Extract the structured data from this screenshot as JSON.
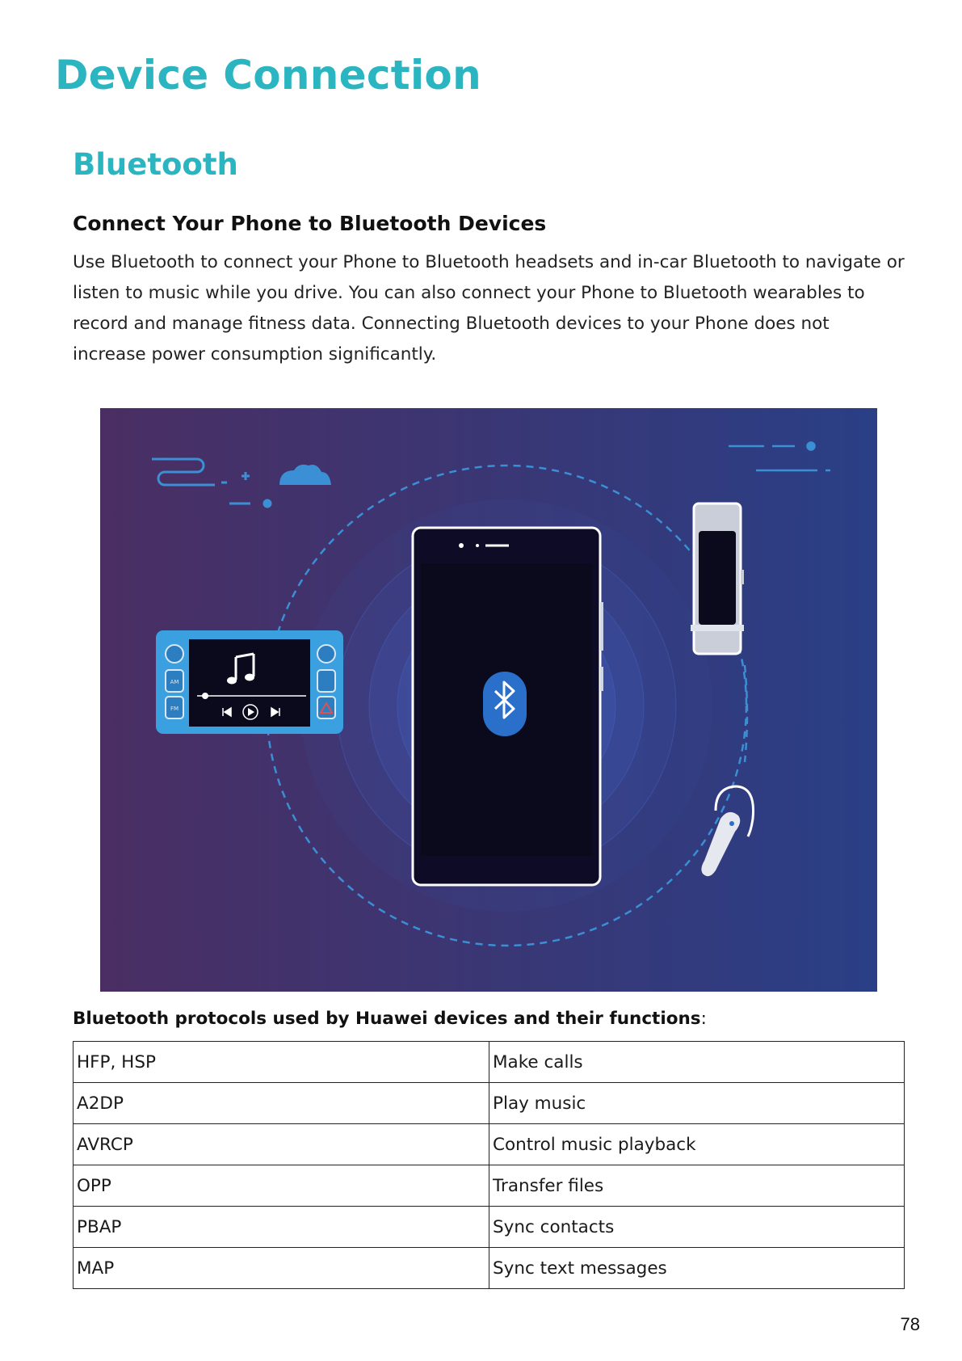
{
  "chapter_title": "Device Connection",
  "section_title": "Bluetooth",
  "subsection_title": "Connect Your Phone to Bluetooth Devices",
  "intro_text": "Use Bluetooth to connect your Phone to Bluetooth headsets and in-car Bluetooth to navigate or listen to music while you drive. You can also connect your Phone to Bluetooth wearables to record and manage fitness data. Connecting Bluetooth devices to your Phone does not increase power consumption significantly.",
  "illustration": {
    "icons": [
      "phone-icon",
      "bluetooth-icon",
      "car-stereo-icon",
      "fitness-band-icon",
      "bluetooth-headset-icon",
      "cloud-icon"
    ],
    "colors": {
      "background_left": "#4a2e63",
      "background_right": "#2a3f86",
      "accent": "#3b8fd4",
      "ring": "#3d5fbf"
    },
    "car_stereo_labels": [
      "AM",
      "FM"
    ]
  },
  "table_caption": {
    "bold": "Bluetooth protocols used by Huawei devices and their functions",
    "suffix": ":"
  },
  "protocols": [
    {
      "protocol": "HFP, HSP",
      "function": "Make calls"
    },
    {
      "protocol": "A2DP",
      "function": "Play music"
    },
    {
      "protocol": "AVRCP",
      "function": "Control music playback"
    },
    {
      "protocol": "OPP",
      "function": "Transfer files"
    },
    {
      "protocol": "PBAP",
      "function": "Sync contacts"
    },
    {
      "protocol": "MAP",
      "function": "Sync text messages"
    }
  ],
  "page_number": "78"
}
